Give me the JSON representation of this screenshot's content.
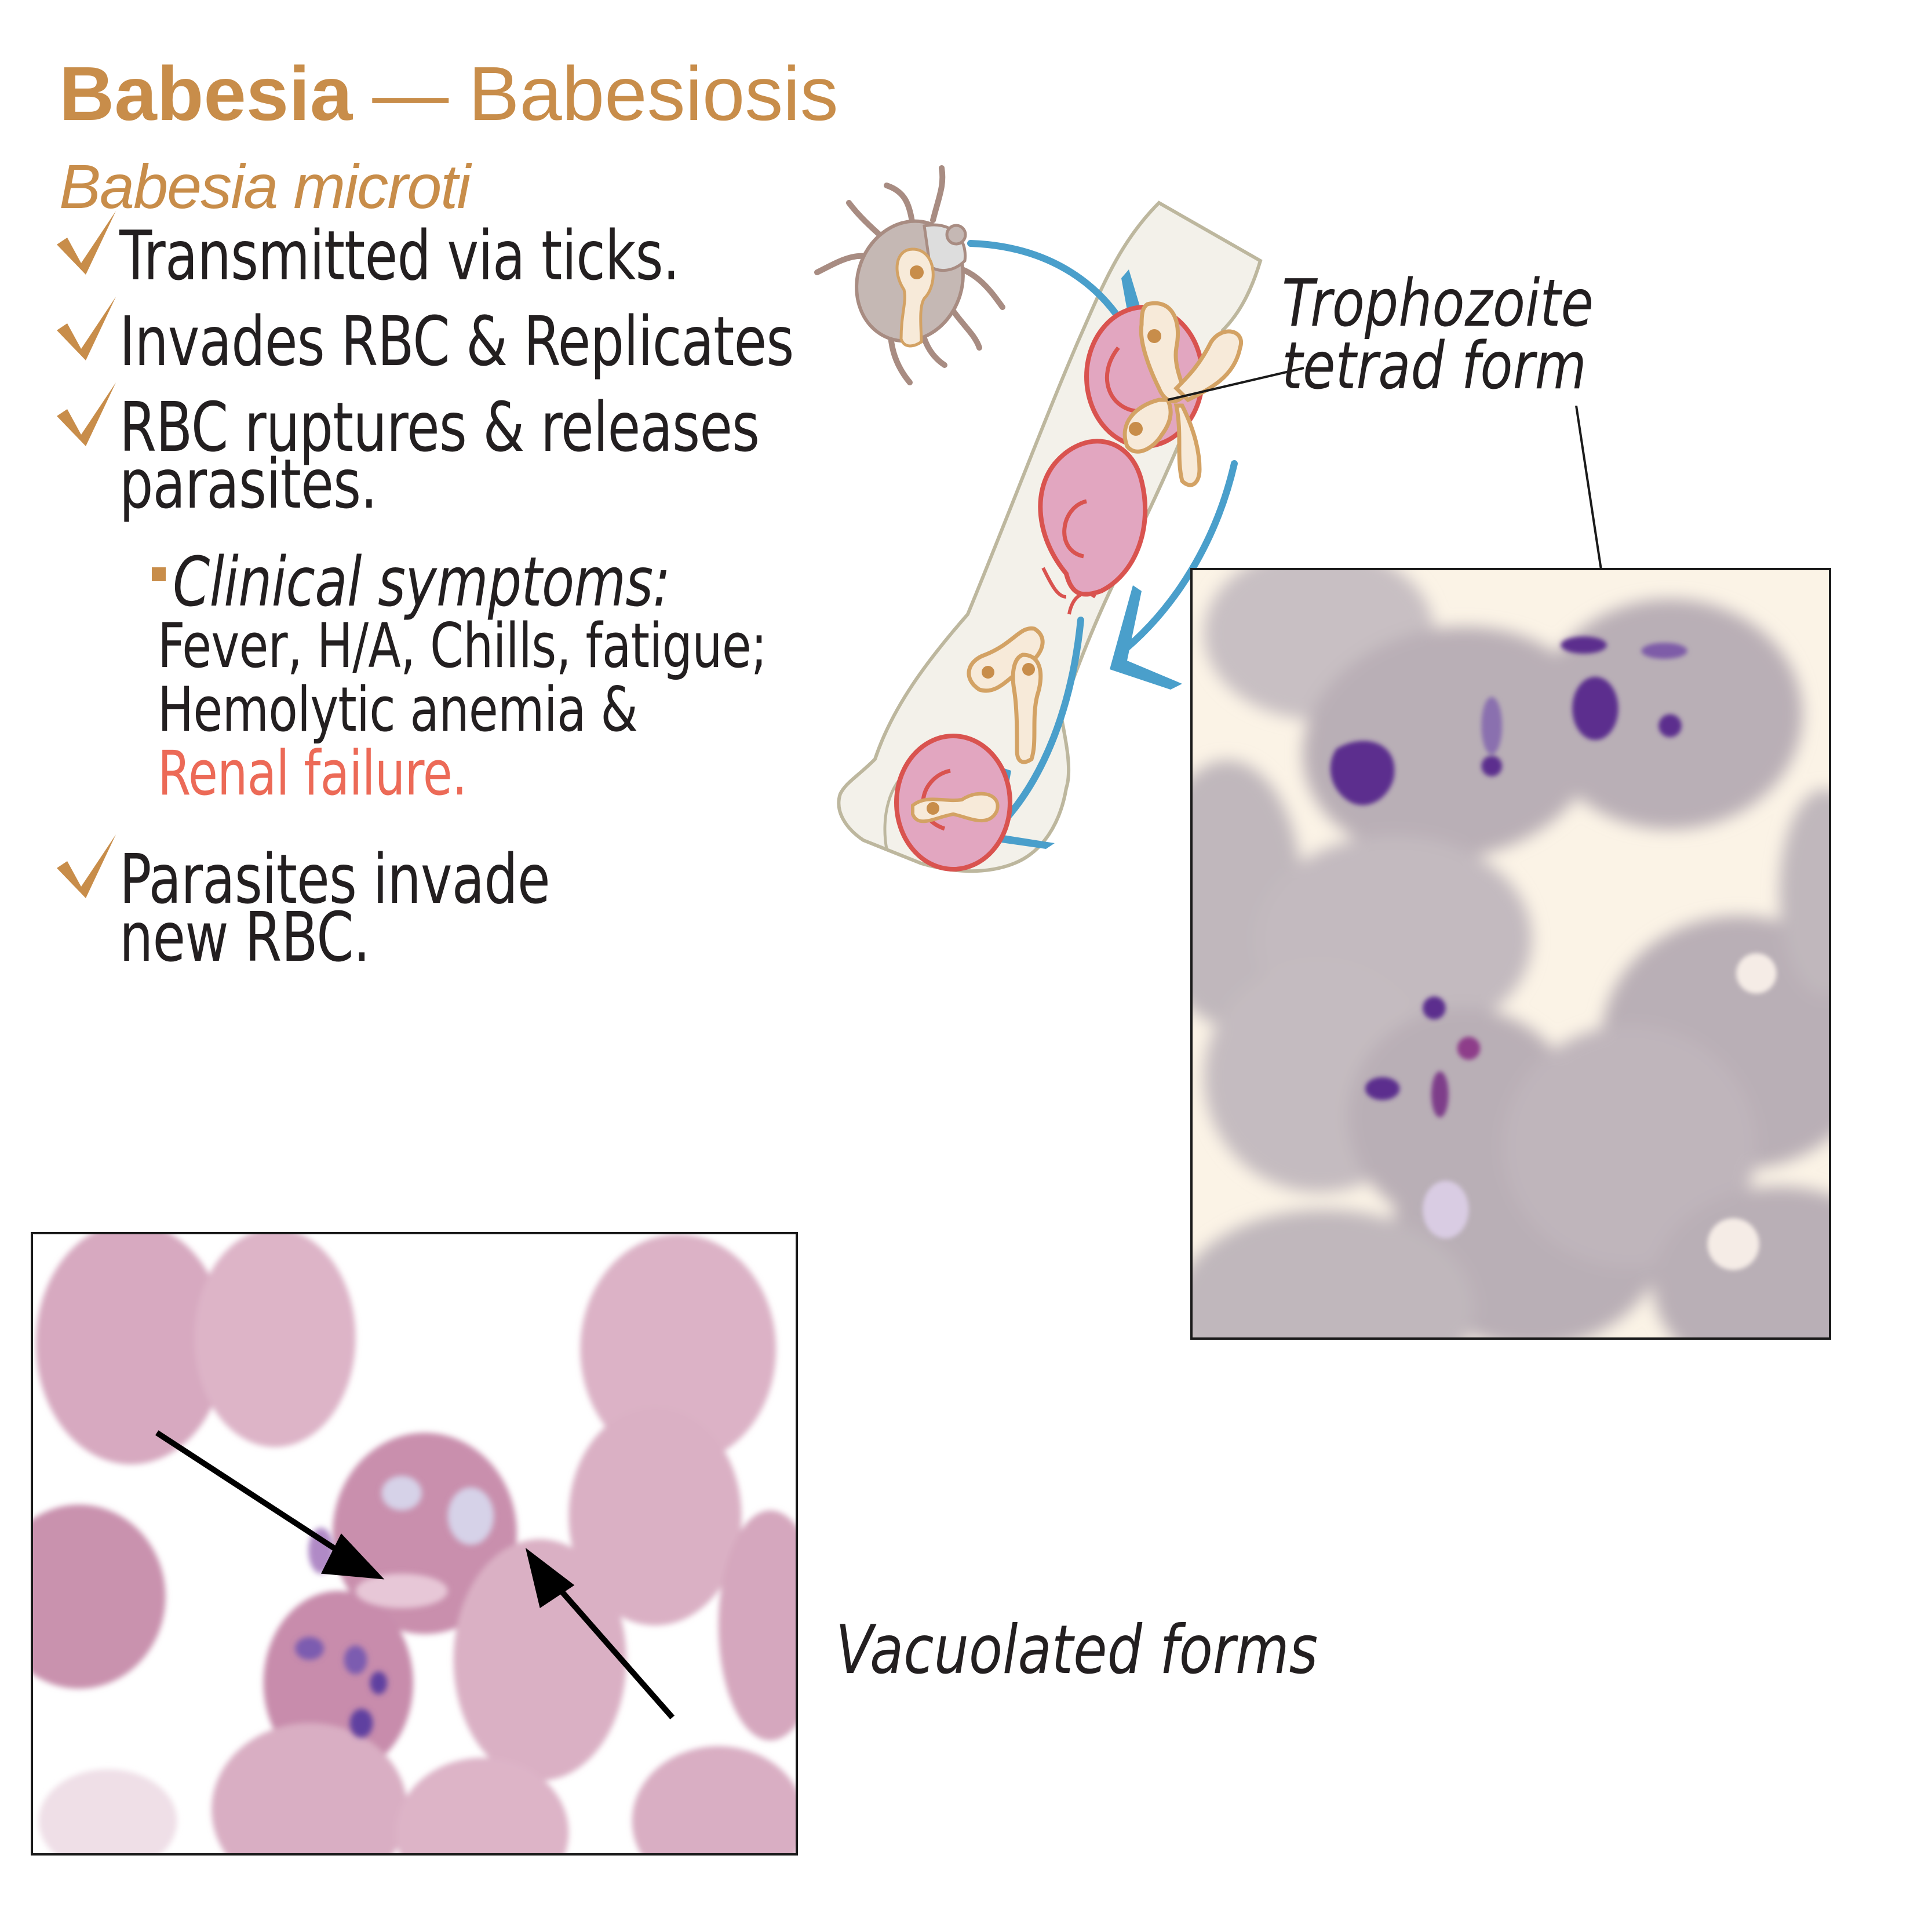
{
  "header": {
    "title_bold": "Babesia",
    "title_dash": "—",
    "title_rest": "Babesiosis",
    "species": "Babesia microti"
  },
  "colors": {
    "accent": "#C88D4A",
    "text": "#231F20",
    "highlight": "#EC6A57",
    "arrow_blue": "#4A9FCB",
    "rbc_fill": "#E2A6C0",
    "rbc_stroke": "#D9534F",
    "arm_fill": "#F3F1EA",
    "arm_stroke": "#BDB79E"
  },
  "bullets": [
    {
      "icon": "checkmark-icon",
      "lines": [
        "Transmitted via ticks."
      ]
    },
    {
      "icon": "checkmark-icon",
      "lines": [
        "Invades RBC & Replicates"
      ]
    },
    {
      "icon": "checkmark-icon",
      "lines": [
        "RBC ruptures & releases",
        "parasites."
      ]
    },
    {
      "icon": "checkmark-icon",
      "lines": [
        "Parasites invade",
        "new RBC."
      ]
    }
  ],
  "sub_bullet": {
    "icon": "square-bullet-icon",
    "heading": "Clinical symptoms:",
    "lines": [
      "Fever, H/A, Chills, fatigue;",
      "Hemolytic anemia &"
    ],
    "highlight_line": "Renal failure."
  },
  "diagram": {
    "label_line1": "Trophozoite",
    "label_line2": "tetrad form",
    "elements": [
      "tick-icon",
      "arm-illustration",
      "red-blood-cell",
      "trophozoite",
      "flow-arrow"
    ]
  },
  "micrographs": {
    "top_right": {
      "description": "Blood smear showing trophozoite tetrad form"
    },
    "bottom_left": {
      "description": "Blood smear with vacuolated forms",
      "caption": "Vacuolated forms"
    }
  }
}
